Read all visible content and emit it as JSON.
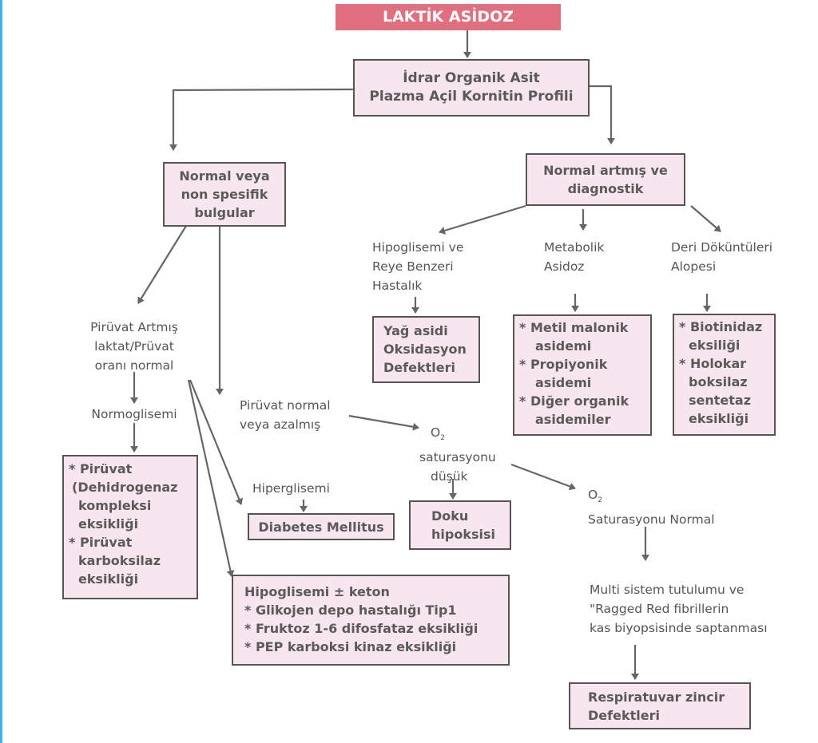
{
  "title": "LAKTİK ASİDOZ",
  "nodes": {
    "tests": [
      "İdrar Organik Asit",
      "Plazma Açil Kornitin Profili"
    ],
    "normal_nonspecific": [
      "Normal veya",
      "non spesifik",
      "bulgular"
    ],
    "normal_increased": [
      "Normal artmış  ve",
      "diagnostik"
    ],
    "hypoglycemia_reye": [
      "Hipoglisemi ve",
      "Reye Benzeri",
      "Hastalık"
    ],
    "metabolic_acidosis": [
      "Metabolik",
      "Asidoz"
    ],
    "skin_alopecia": [
      "Deri Döküntüleri",
      "Alopesi"
    ],
    "fatty_acid": [
      "Yağ asidi",
      "Oksidasyon",
      "Defektleri"
    ],
    "organic_acidemias": [
      "* Metil malonik",
      "asidemi",
      "* Propiyonik",
      "asidemi",
      "*  Diğer organik",
      "asidemiler"
    ],
    "biotinidase": [
      "* Biotinidaz",
      "eksiliği",
      "* Holokar",
      "boksilaz",
      "sentetaz",
      "eksikliği"
    ],
    "pyruvate_increased": [
      "Pirüvat Artmış",
      "laktat/Prüvat",
      "oranı normal"
    ],
    "normoglycemia": "Normoglisemi",
    "pyruvate_defects": [
      "* Pirüvat",
      "(Dehidrogenaz",
      "kompleksi",
      "eksikliği",
      "* Pirüvat",
      "karboksilaz",
      "eksikliği"
    ],
    "pyruvate_normal": [
      "Pirüvat normal",
      "veya azalmış"
    ],
    "o2_low": [
      "O",
      "2",
      "saturasyonu",
      "düşük"
    ],
    "hyperglycemia": "Hiperglisemi",
    "diabetes": "Diabetes Mellitus",
    "tissue_hypoxia": [
      "Doku",
      "hipoksisi"
    ],
    "o2_normal": [
      "O",
      "2",
      "Saturasyonu Normal"
    ],
    "hypoglycemia_ketone": [
      "Hipoglisemi ± keton",
      "* Glikojen depo hastalığı Tip1",
      "* Fruktoz 1-6 difosfataz eksikliği",
      "* PEP karboksi kinaz eksikliği"
    ],
    "multisystem": [
      "Multi sistem tutulumu ve",
      "\"Ragged Red fibrillerin",
      "kas biyopsisinde saptanması"
    ],
    "respiratory_chain": [
      "Respiratuvar zincir",
      "Defektleri"
    ]
  },
  "colors": {
    "title_fill": "#e0707f",
    "box_fill": "#f8e6ef",
    "border": "#555555"
  }
}
